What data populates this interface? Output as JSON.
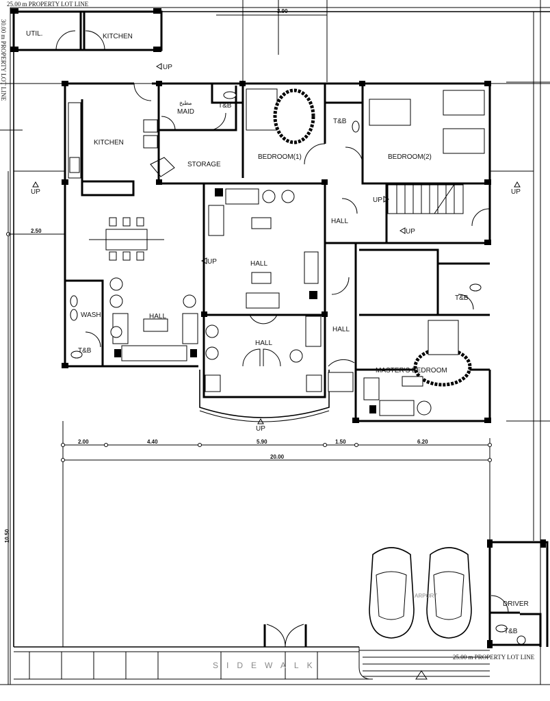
{
  "plan": {
    "lot_lines": {
      "top": "25.00 m PROPERTY LOT LINE",
      "left": "30.00 m PROPERTY LOT LINE",
      "bottom": "25.00 m PROPERTY LOT LINE"
    },
    "rooms": {
      "util": "UTIL.",
      "outdoor_kitchen": "KITCHEN",
      "kitchen": "KITCHEN",
      "maid_arabic": "مطبخ",
      "maid": "MAID",
      "maid_tb": "T&B",
      "storage": "STORAGE",
      "bedroom1": "BEDROOM(1)",
      "bedroom_tb": "T&B",
      "bedroom2": "BEDROOM(2)",
      "hall_stair": "HALL",
      "hall_center": "HALL",
      "wash": "WASH",
      "hall_left": "HALL",
      "hall_entry": "HALL",
      "hall_corridor": "HALL",
      "wash_tb": "T&B",
      "master_tb": "T&B",
      "master_bedroom": "MASTER'S BEDROOM",
      "driver": "DRIVER",
      "driver_tb": "T&B",
      "carport": "ARPORT",
      "sidewalk": "SIDEWALK"
    },
    "up_markers": [
      "UP",
      "UP",
      "UP",
      "UP",
      "UP",
      "UP",
      "UP"
    ],
    "dimensions": {
      "top": "3.90",
      "left_side": "2.50",
      "front_yard": "10.50",
      "segments": [
        "2.00",
        "4.40",
        "5.90",
        "1.50",
        "6.20"
      ],
      "total": "20.00"
    }
  }
}
